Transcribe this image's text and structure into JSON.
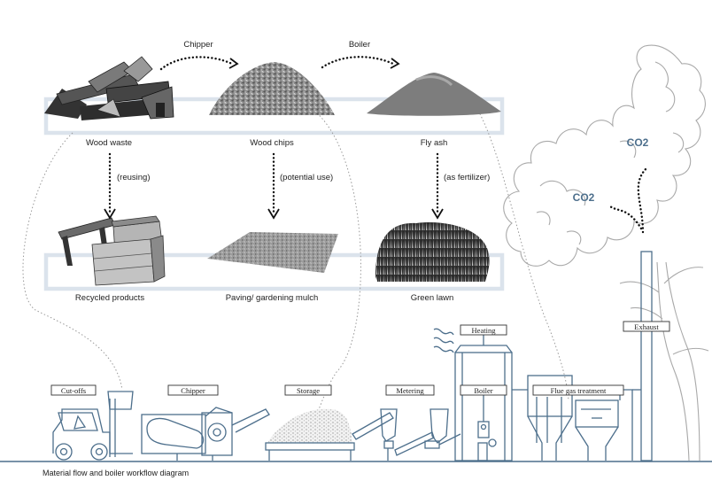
{
  "products": {
    "wood_waste": "Wood waste",
    "wood_chips": "Wood chips",
    "fly_ash": "Fly ash",
    "recycled_products": "Recycled products",
    "paving_mulch": "Paving/ gardening mulch",
    "green_lawn": "Green lawn"
  },
  "processes": {
    "chipper": "Chipper",
    "boiler": "Boiler"
  },
  "uses": {
    "reusing": "(reusing)",
    "potential_use": "(potential use)",
    "as_fertilizer": "(as fertilizer)"
  },
  "emissions": {
    "co2_upper": "CO2",
    "co2_lower": "CO2"
  },
  "stations": {
    "cutoffs": "Cut-offs",
    "chipper": "Chipper",
    "storage": "Storage",
    "metering": "Metering",
    "boiler": "Boiler",
    "heating": "Heating",
    "flue_gas": "Flue gas treatment",
    "exhaust": "Exhaust"
  },
  "caption": "Material flow and boiler workflow diagram",
  "colors": {
    "machine_line": "#4d6f8c",
    "band": "#dbe3ec",
    "tree_outline": "#a9a9a9"
  }
}
